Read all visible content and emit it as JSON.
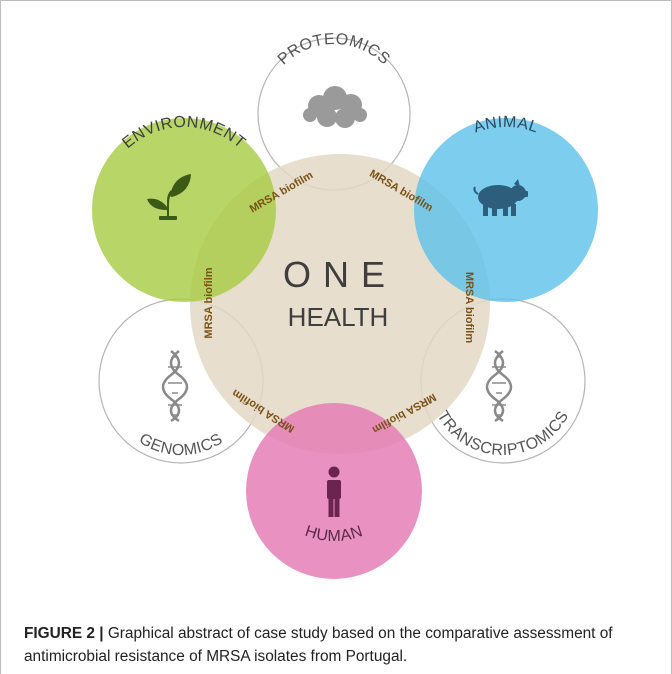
{
  "diagram": {
    "center": {
      "line1": "ONE",
      "line2": "HEALTH"
    },
    "ring_label": "MRSA biofilm",
    "nodes": [
      {
        "id": "proteomics",
        "label": "PROTEOMICS",
        "color": "#ffffff",
        "icon": "protein-cluster-icon"
      },
      {
        "id": "environment",
        "label": "ENVIRONMENT",
        "color": "#a8cc45",
        "icon": "plant-sprout-icon"
      },
      {
        "id": "animal",
        "label": "ANIMAL",
        "color": "#5fc2ea",
        "icon": "pig-icon"
      },
      {
        "id": "genomics",
        "label": "GENOMICS",
        "color": "#ffffff",
        "icon": "dna-helix-icon"
      },
      {
        "id": "transcriptomics",
        "label": "TRANSCRIPTOMICS",
        "color": "#ffffff",
        "icon": "dna-helix-icon"
      },
      {
        "id": "human",
        "label": "HUMAN",
        "color": "#e47ab5",
        "icon": "person-icon"
      }
    ],
    "colors": {
      "hub": "#e3d8c5",
      "ring_text": "#7a5216",
      "node_text": "#555555",
      "outline": "#b5b5b5"
    }
  },
  "caption": {
    "label": "FIGURE 2 |",
    "text": " Graphical abstract of case study based on the comparative assessment of antimicrobial resistance of MRSA isolates from Portugal."
  }
}
